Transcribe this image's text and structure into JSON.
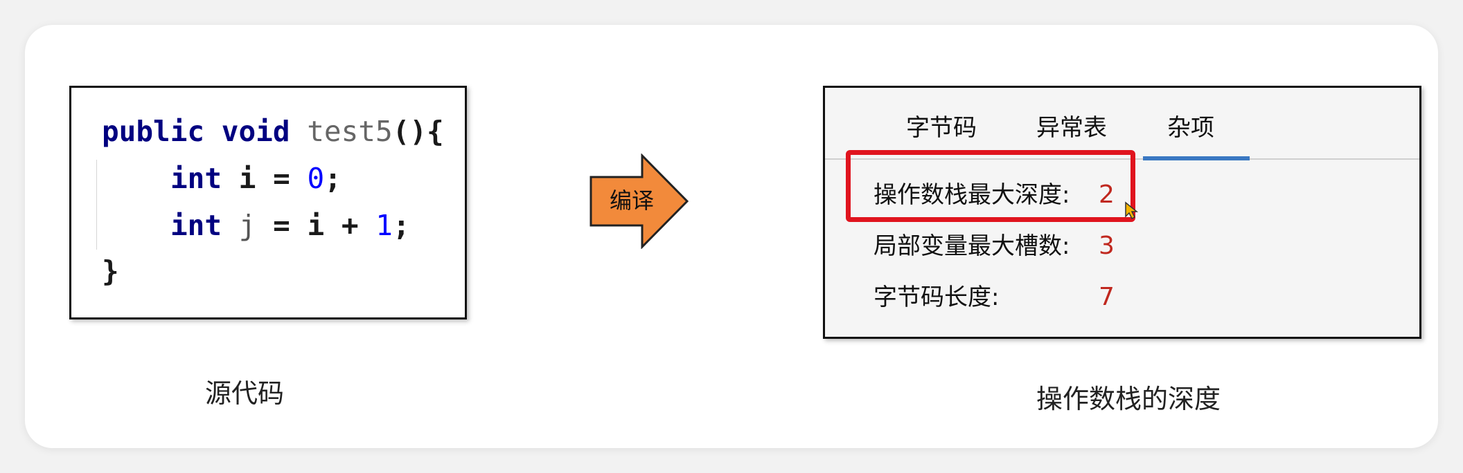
{
  "code": {
    "line1": {
      "kw1": "public",
      "kw2": "void",
      "name": "test5",
      "rest": "(){"
    },
    "line2": {
      "kw": "int",
      "var": "i",
      "op": "=",
      "num": "0",
      "end": ";"
    },
    "line3": {
      "kw": "int",
      "var": "j",
      "op": "=",
      "var2": "i",
      "plus": "+",
      "num": "1",
      "end": ";"
    },
    "line4": "}",
    "caption": "源代码"
  },
  "arrow": {
    "label": "编译",
    "color": "#f28a3b"
  },
  "info": {
    "tabs": [
      "字节码",
      "异常表",
      "杂项"
    ],
    "active_tab": "杂项",
    "rows": [
      {
        "label": "操作数栈最大深度:",
        "value": "2"
      },
      {
        "label": "局部变量最大槽数:",
        "value": "3"
      },
      {
        "label": "字节码长度:",
        "value": "7"
      }
    ],
    "caption": "操作数栈的深度",
    "highlight_color": "#e0141e",
    "value_color": "#c0281f",
    "tab_accent": "#3a78c2"
  }
}
